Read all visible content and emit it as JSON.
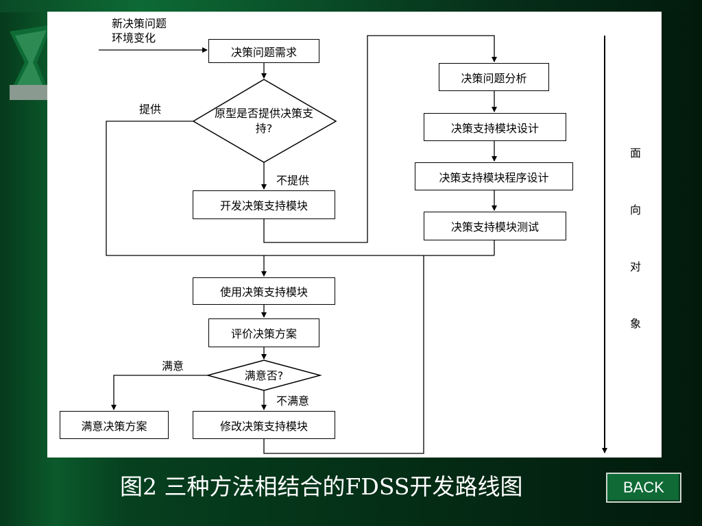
{
  "diagram": {
    "input_note_line1": "新决策问题",
    "input_note_line2": "环境变化",
    "box_requirement": "决策问题需求",
    "decision_prototype": "原型是否提供决策支持?",
    "label_provide": "提供",
    "label_not_provide": "不提供",
    "box_develop": "开发决策支持模块",
    "box_analysis": "决策问题分析",
    "box_design": "决策支持模块设计",
    "box_programming": "决策支持模块程序设计",
    "box_testing": "决策支持模块测试",
    "box_use": "使用决策支持模块",
    "box_evaluate": "评价决策方案",
    "decision_satisfied": "满意否?",
    "label_satisfied": "满意",
    "label_not_satisfied": "不满意",
    "box_satisfied_plan": "满意决策方案",
    "box_modify": "修改决策支持模块",
    "side_label": [
      "面",
      "向",
      "对",
      "象"
    ]
  },
  "caption": "图2 三种方法相结合的FDSS开发路线图",
  "back_button": "BACK"
}
